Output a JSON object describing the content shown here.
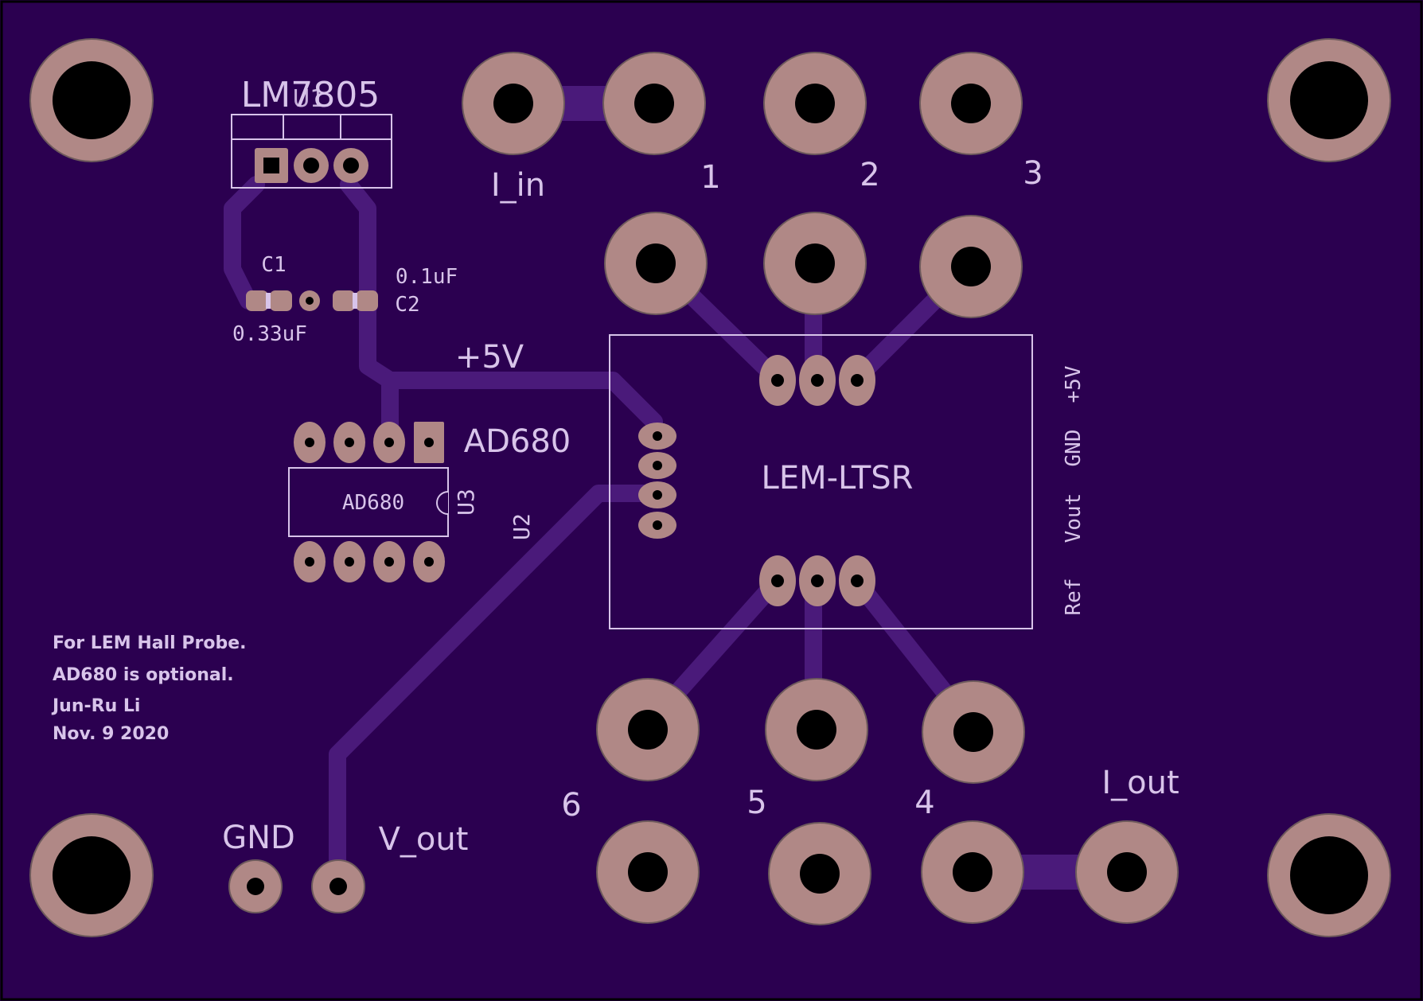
{
  "colors": {
    "board": "#2b0050",
    "trace": "#4a1a7a",
    "copper": "#b08886",
    "silkscreen": "#d8c4ea",
    "drill": "#000000"
  },
  "labels": {
    "lm7805": "LM7805",
    "u1": "U1",
    "c1": "C1",
    "c2": "C2",
    "c1_value": "0.33uF",
    "c2_value": "0.1uF",
    "plus5v": "+5V",
    "ad680": "AD680",
    "ad680_body": "AD680",
    "u3": "U3",
    "u2": "U2",
    "lem_ltsr": "LEM-LTSR",
    "pin_plus5v": "+5V",
    "pin_gnd": "GND",
    "pin_vout": "Vout",
    "pin_ref": "Ref",
    "i_in": "I_in",
    "i_out": "I_out",
    "gnd": "GND",
    "v_out": "V_out",
    "n1": "1",
    "n2": "2",
    "n3": "3",
    "n4": "4",
    "n5": "5",
    "n6": "6"
  },
  "notes": [
    "For LEM Hall Probe.",
    "AD680 is optional.",
    "Jun-Ru Li",
    "Nov. 9 2020"
  ]
}
